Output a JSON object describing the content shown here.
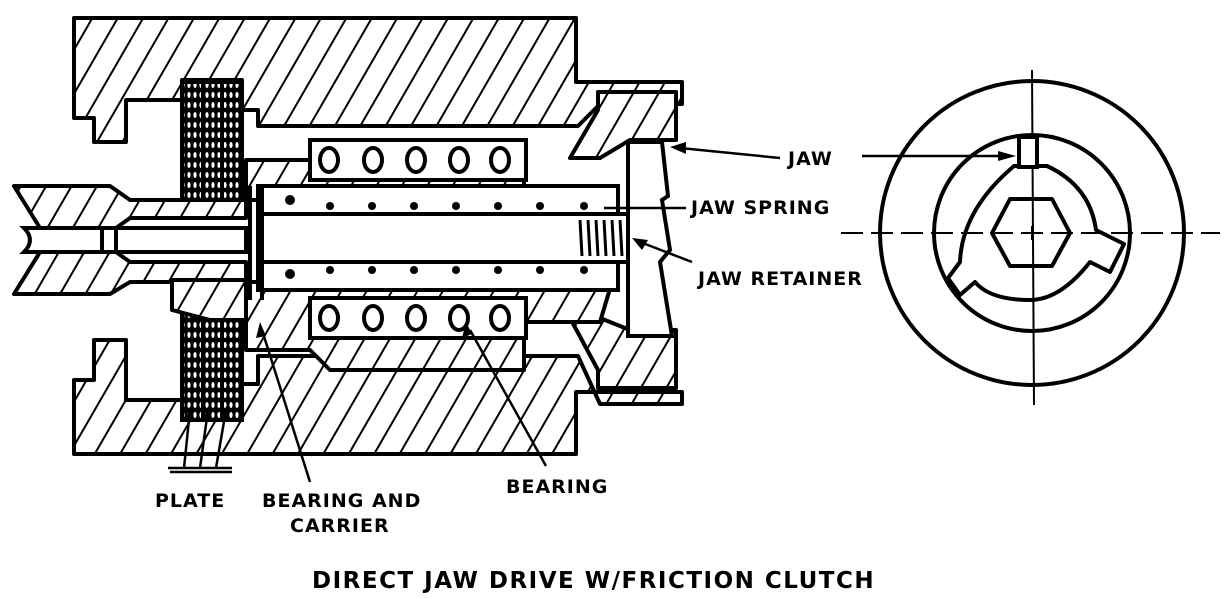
{
  "title": "DIRECT JAW DRIVE W/FRICTION CLUTCH",
  "labels": {
    "jaw": "JAW",
    "jaw_spring": "JAW SPRING",
    "jaw_retainer": "JAW RETAINER",
    "plate": "PLATE",
    "bearing_and_carrier_line1": "BEARING AND",
    "bearing_and_carrier_line2": "CARRIER",
    "bearing": "BEARING"
  },
  "colors": {
    "ink": "#000000",
    "paper": "#ffffff"
  }
}
